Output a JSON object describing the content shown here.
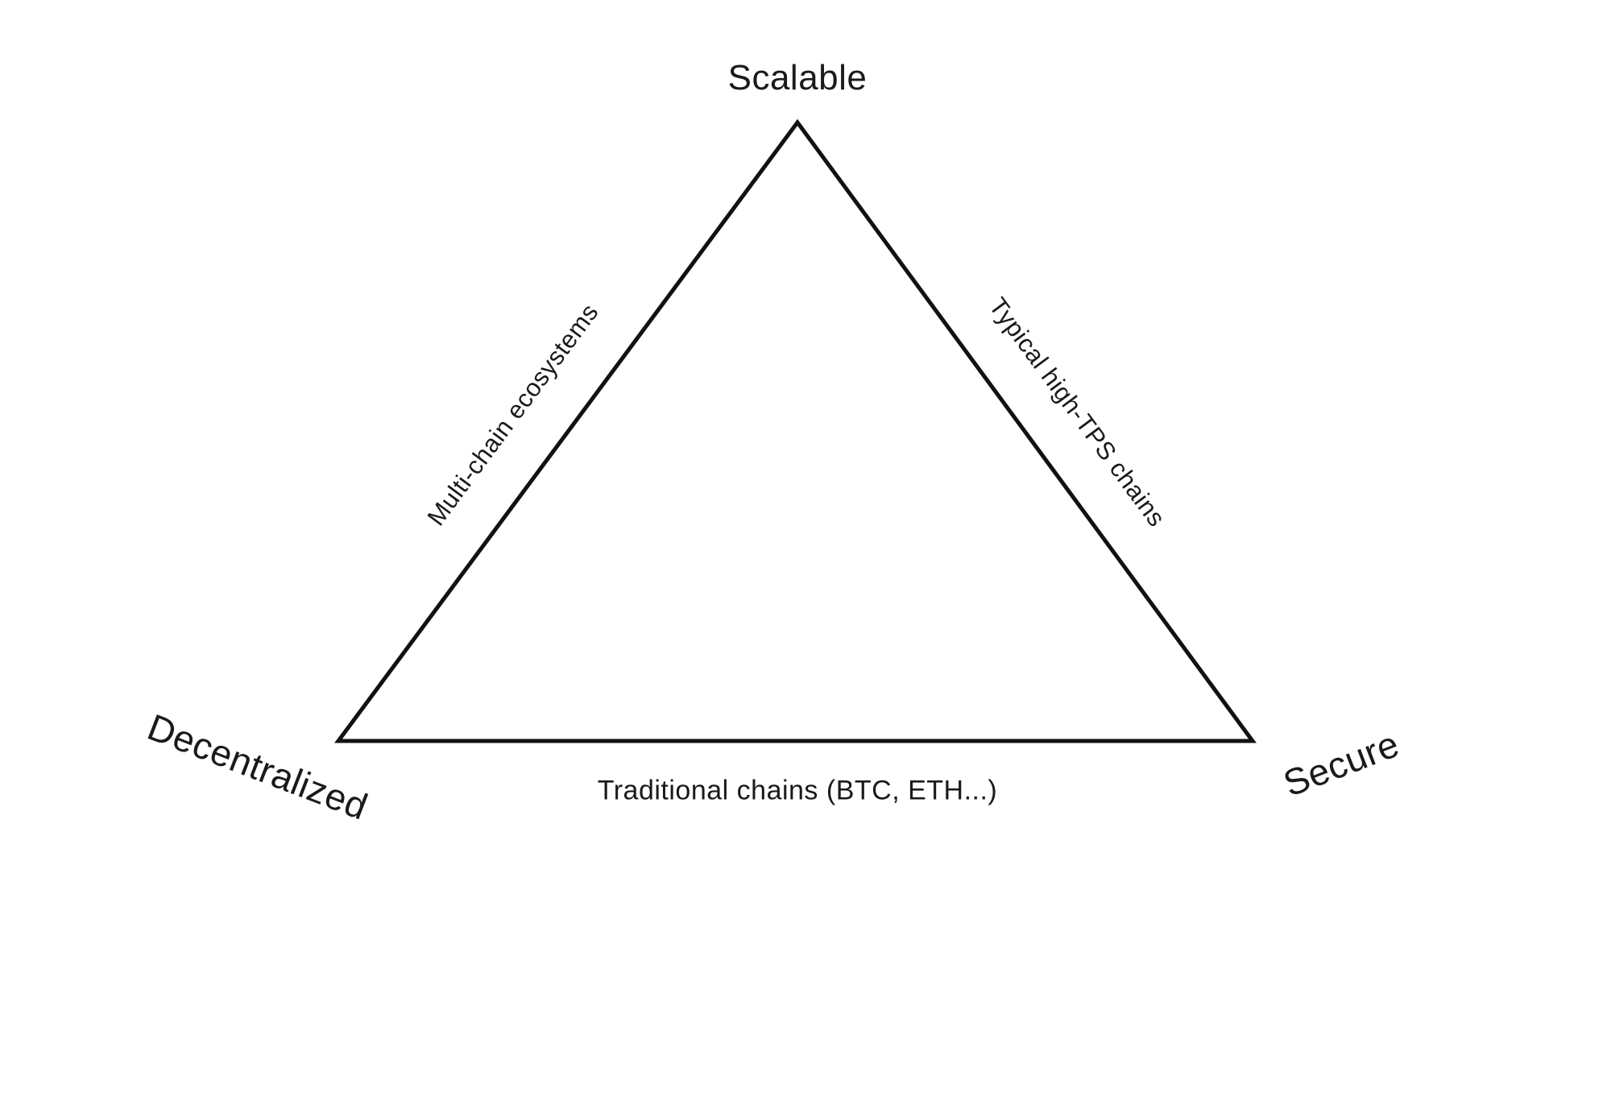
{
  "diagram": {
    "type": "triangle-trilemma",
    "background_color": "#ffffff",
    "line_color": "#111111",
    "text_color": "#1a1a1a",
    "vertices": [
      {
        "id": "top",
        "label": "Scalable"
      },
      {
        "id": "bottom-left",
        "label": "Decentralized"
      },
      {
        "id": "bottom-right",
        "label": "Secure"
      }
    ],
    "edges": [
      {
        "id": "left",
        "label": "Multi-chain ecosystems",
        "between": [
          "Decentralized",
          "Scalable"
        ]
      },
      {
        "id": "right",
        "label": "Typical high-TPS chains",
        "between": [
          "Scalable",
          "Secure"
        ]
      },
      {
        "id": "bottom",
        "label": "Traditional chains (BTC, ETH...)",
        "between": [
          "Decentralized",
          "Secure"
        ]
      }
    ]
  }
}
